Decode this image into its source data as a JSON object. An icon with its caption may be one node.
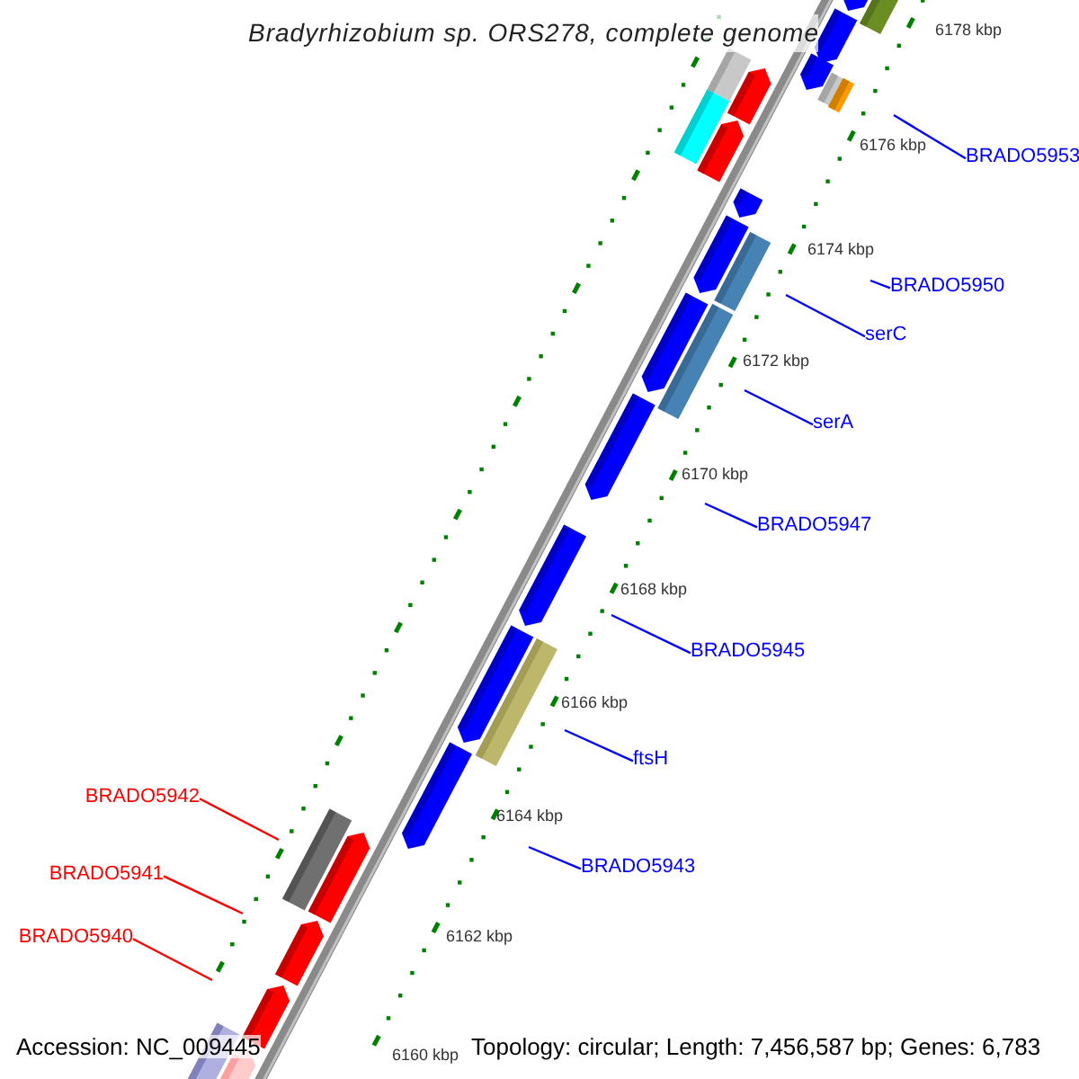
{
  "diagram": {
    "title": "Bradyrhizobium sp. ORS278, complete genome",
    "nodes": [
      {
        "text": [
          "BRADO5953"
        ]
      },
      {
        "text": [
          "BRADO5950"
        ]
      },
      {
        "text": [
          "serC"
        ]
      },
      {
        "text": [
          "serA"
        ]
      },
      {
        "text": [
          "BRADO5947"
        ]
      },
      {
        "text": [
          "BRADO5945"
        ]
      },
      {
        "text": [
          "ftsH"
        ]
      },
      {
        "text": [
          "BRADO5943"
        ]
      },
      {
        "text": [
          "BRADO5942"
        ]
      },
      {
        "text": [
          "BRADO5941"
        ]
      },
      {
        "text": [
          "BRADO5940"
        ]
      }
    ],
    "edges": [
      {
        "from": 0,
        "to": null,
        "arrow": "none"
      },
      {
        "from": 1,
        "to": null,
        "arrow": "none"
      },
      {
        "from": 2,
        "to": null,
        "arrow": "none"
      },
      {
        "from": 3,
        "to": null,
        "arrow": "none"
      },
      {
        "from": 4,
        "to": null,
        "arrow": "none"
      },
      {
        "from": 5,
        "to": null,
        "arrow": "none"
      },
      {
        "from": 6,
        "to": null,
        "arrow": "none"
      },
      {
        "from": 7,
        "to": null,
        "arrow": "none"
      },
      {
        "from": 8,
        "to": null,
        "arrow": "none",
        "color": "#ff0000"
      },
      {
        "from": 9,
        "to": null,
        "arrow": "none",
        "color": "#ff0000"
      },
      {
        "from": 10,
        "to": null,
        "arrow": "none",
        "color": "#ff0000"
      }
    ],
    "labels": [
      "6178 kbp",
      "6176 kbp",
      "6174 kbp",
      "6172 kbp",
      "6170 kbp",
      "6168 kbp",
      "6166 kbp",
      "6164 kbp",
      "6162 kbp",
      "6160 kbp",
      "Accession: NC_009445",
      "Topology: circular; Length: 7,456,587 bp; Genes: 6,783"
    ]
  }
}
